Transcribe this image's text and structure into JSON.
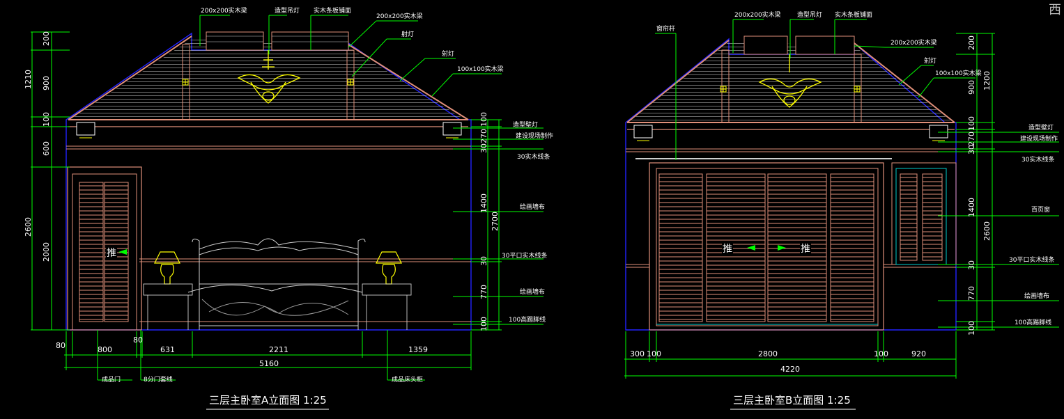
{
  "corner_mark": "西",
  "left": {
    "title": "三层主卧室A立面图  1:25",
    "labels": {
      "beam_top_a": "200x200实木梁",
      "lamp_top": "造型吊灯",
      "ceiling": "实木条板铺面",
      "beam_top_b": "200x200实木梁",
      "spot": "射灯",
      "spot2": "射灯",
      "beam_small": "100x100实木梁",
      "wall_lamp": "造型壁灯",
      "site_made": "建设现场制作",
      "line30": "30实木线条",
      "paint1": "绘画墙布",
      "flat30": "30平口实木线条",
      "paint2": "绘画墙布",
      "skirting": "100高踢脚线",
      "door": "成品门",
      "door_frame": "8分门套线",
      "headboard": "成品床头柜",
      "push": "推"
    },
    "vdims": [
      "200",
      "900",
      "100",
      "600",
      "2000",
      "1210",
      "2600"
    ],
    "rdims": [
      "100",
      "30",
      "270",
      "1400",
      "30",
      "770",
      "100",
      "2700"
    ],
    "hdims": [
      "80",
      "800",
      "80",
      "631",
      "2211",
      "1359",
      "5160"
    ]
  },
  "right": {
    "title": "三层主卧室B立面图  1:25",
    "labels": {
      "curtain": "窗帘杆",
      "beam_top_a": "200x200实木梁",
      "lamp_top": "造型吊灯",
      "ceiling": "实木条板铺面",
      "beam_top_b": "200x200实木梁",
      "spot": "射灯",
      "beam_small": "100x100实木梁",
      "wall_lamp": "造型壁灯",
      "site_made": "建设现场制作",
      "line30": "30实木线条",
      "louver": "百页窗",
      "flat30": "30平口实木线条",
      "paint": "绘画墙布",
      "skirting": "100高踢脚线",
      "push1": "推",
      "push2": "推"
    },
    "rdims": [
      "200",
      "900",
      "100",
      "30",
      "270",
      "1400",
      "30",
      "770",
      "100",
      "1200",
      "2600"
    ],
    "hdims": [
      "300",
      "100",
      "2800",
      "100",
      "920",
      "4220"
    ]
  }
}
